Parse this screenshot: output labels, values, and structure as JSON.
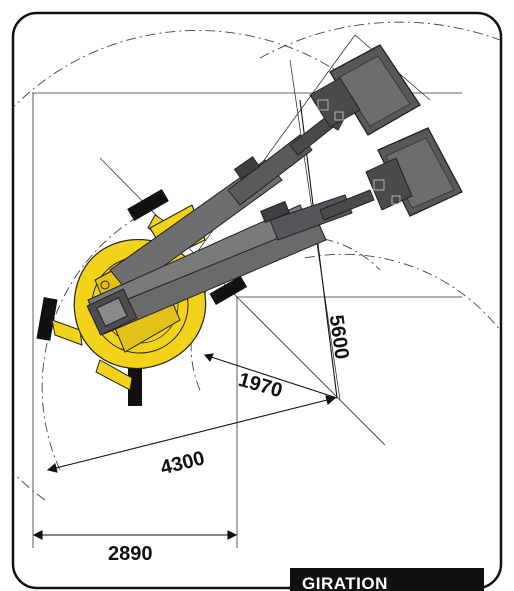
{
  "dimensions": {
    "d2890": "2890",
    "d4300": "4300",
    "d1970": "1970",
    "d5600": "5600"
  },
  "badge": {
    "label": "GIRATION"
  },
  "colors": {
    "machine_body": "#f2d31a",
    "boom": "#6e6e70",
    "boom_dark": "#3f3f42",
    "basket": "#58585b",
    "frame": "#111111",
    "guide_line": "#333333"
  }
}
